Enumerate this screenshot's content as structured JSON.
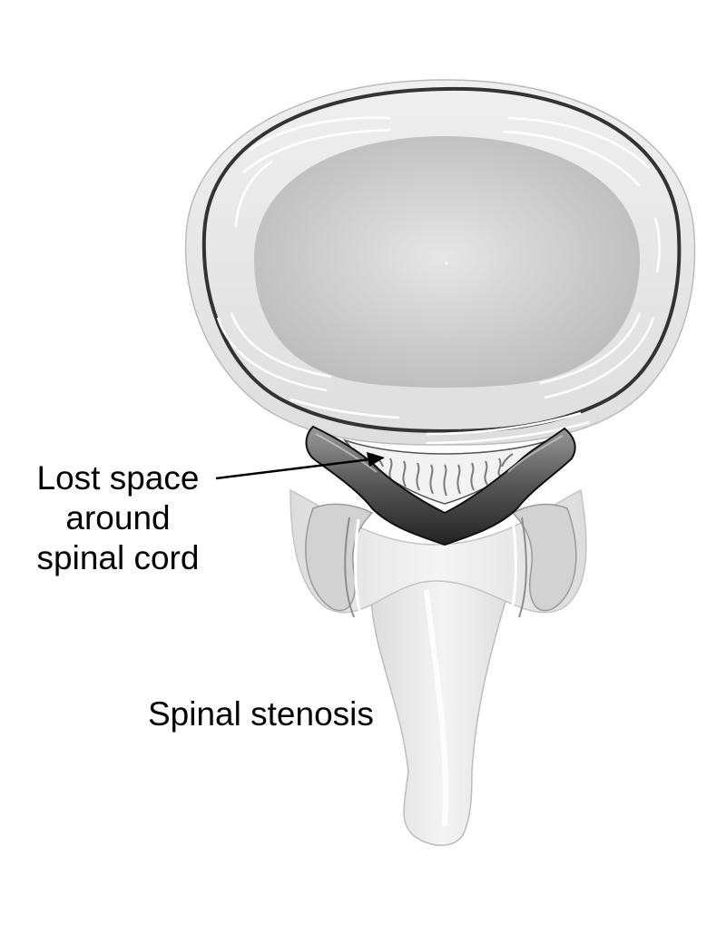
{
  "labels": {
    "lost_space": [
      "Lost space",
      "around",
      "spinal cord"
    ],
    "spinal_stenosis": "Spinal stenosis"
  },
  "colors": {
    "vertebral_body_rim": "#e8e8e8",
    "vertebral_body_center": "#c8c8c8",
    "outline": "#333333",
    "ligament_dark": "#2e2e2e",
    "ligament_light": "#8a8a8a",
    "posterior_bone": "#eaeaea",
    "label_text": "#000000"
  },
  "icons": {
    "arrow": "arrow-icon"
  }
}
